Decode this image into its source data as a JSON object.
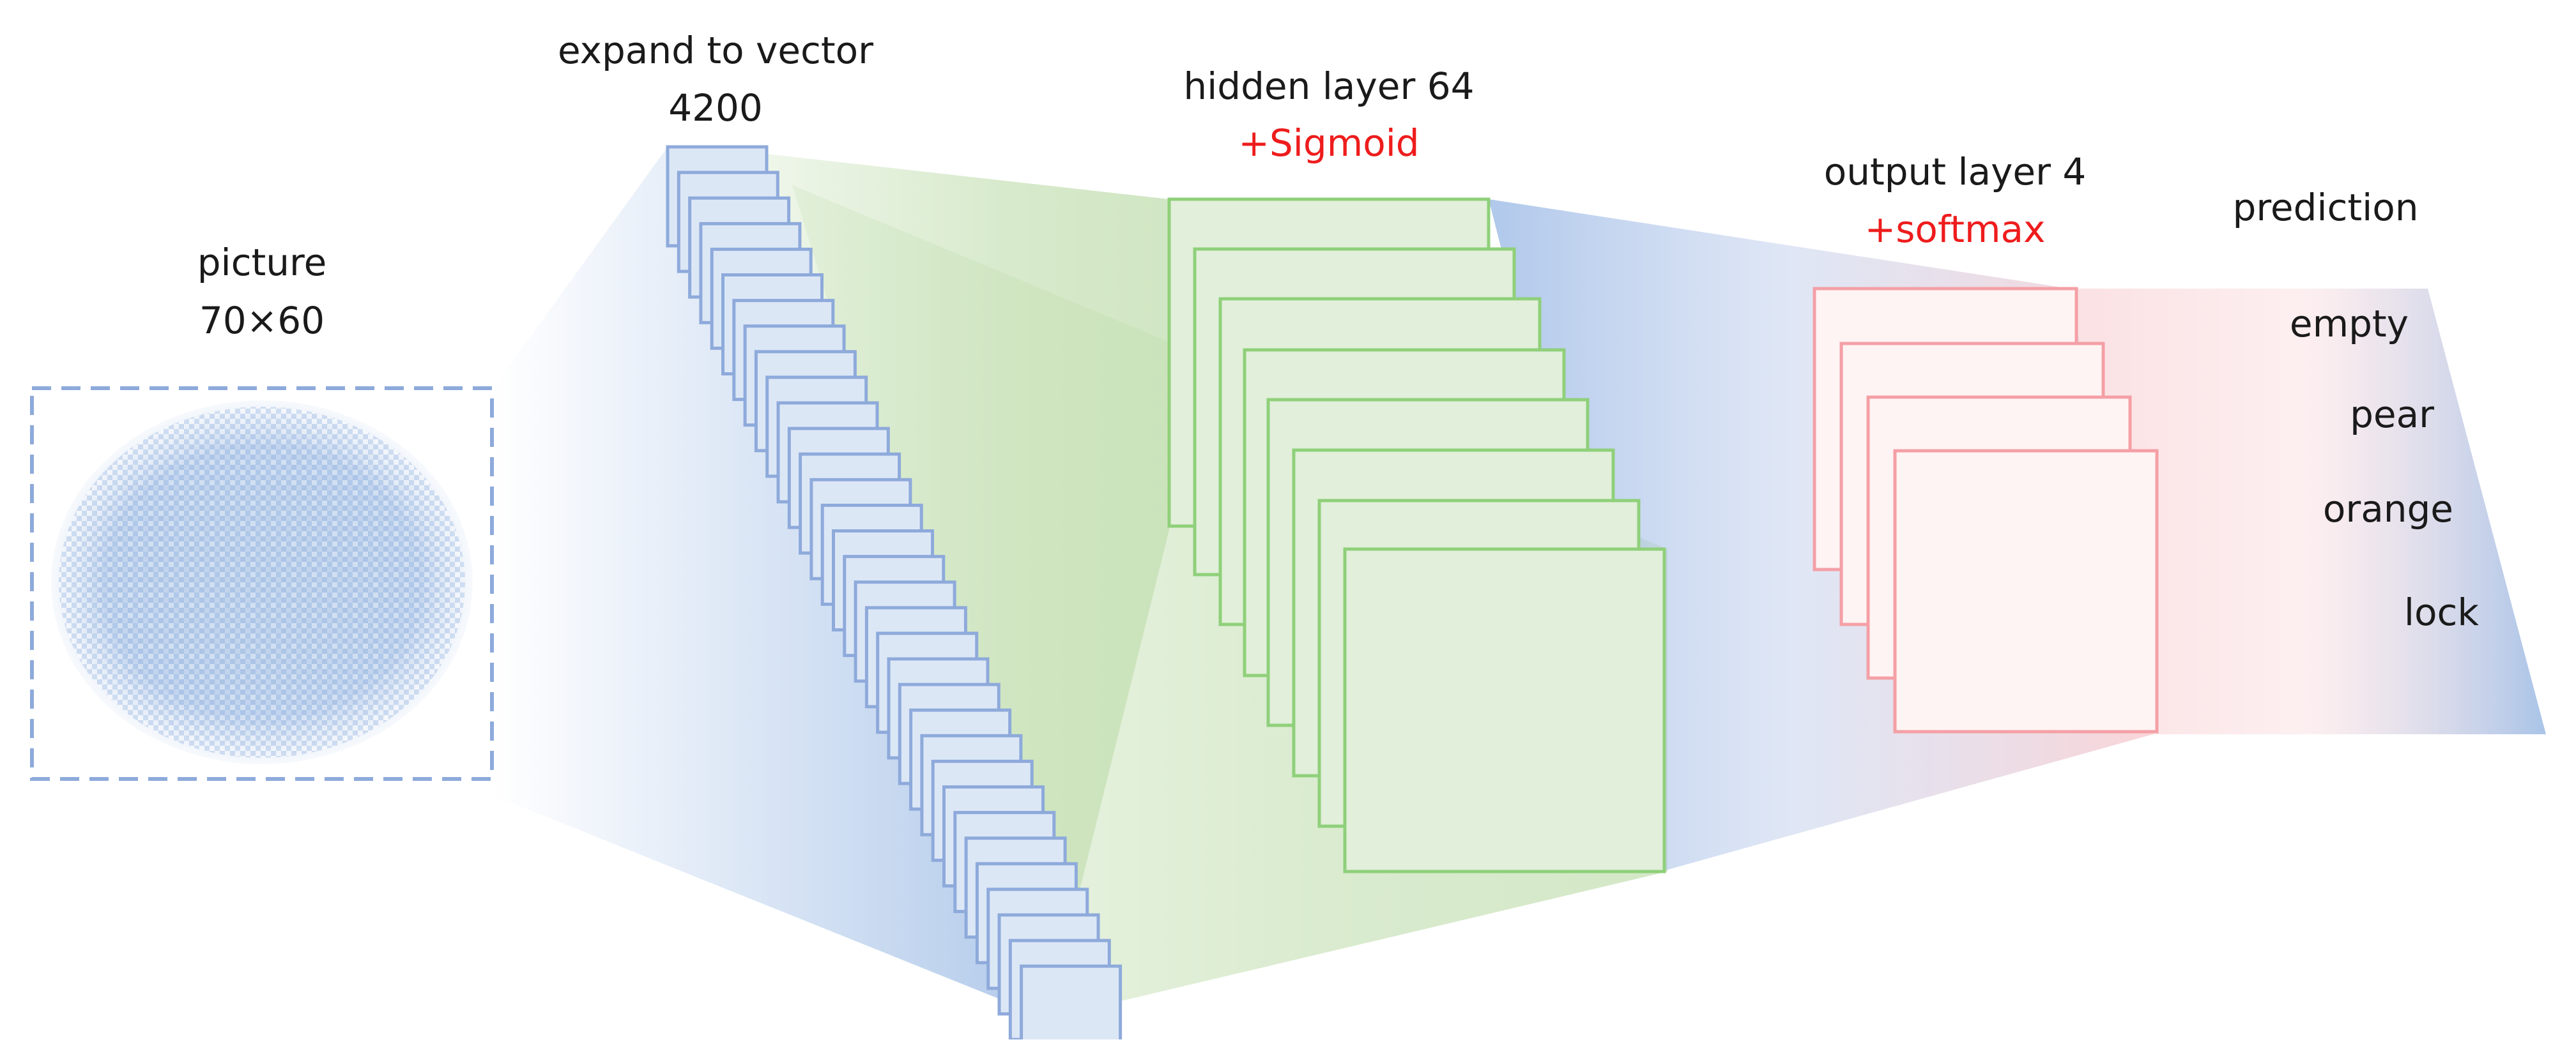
{
  "labels": {
    "picture_title": "picture",
    "picture_size": "70×60",
    "expand_title": "expand to vector",
    "expand_size": "4200",
    "hidden_title": "hidden layer 64",
    "hidden_activation": "+Sigmoid",
    "output_title": "output layer 4",
    "output_activation": "+softmax",
    "prediction_title": "prediction"
  },
  "classes": [
    "empty",
    "pear",
    "orange",
    "lock"
  ],
  "colors": {
    "vector_fill": "#dce7f6",
    "vector_stroke": "#8eaadb",
    "hidden_fill": "#e2efda",
    "hidden_stroke": "#8fd07a",
    "output_fill": "#fff4f4",
    "output_stroke": "#f4a0a6",
    "activation_text": "#ee1c1c",
    "blue_gradient": "#a9c4e8",
    "green_gradient": "#c5e0b4",
    "red_gradient": "#f7c8cc"
  },
  "icons": {
    "input": "blurred-input-image",
    "vector": "stacked-vector-cells",
    "hidden": "stacked-hidden-layer-cards",
    "output": "stacked-output-layer-cards"
  }
}
